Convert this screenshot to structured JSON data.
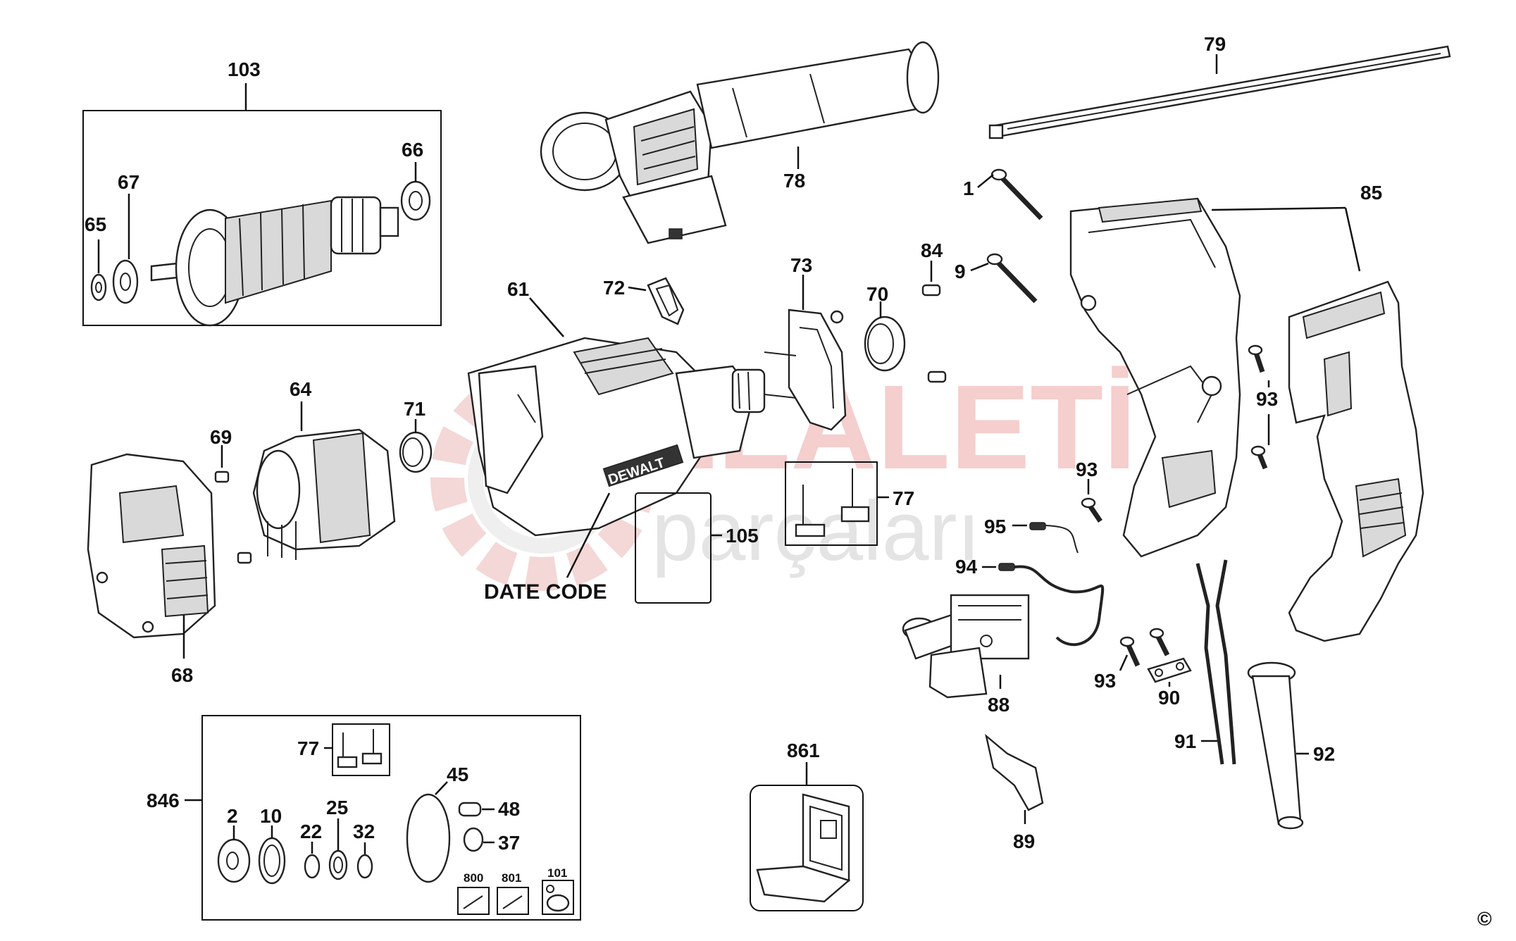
{
  "watermark": {
    "title": "ELALETİ",
    "subtitle": "parçaları"
  },
  "brand": "DEWALT",
  "date_code_label": "DATE CODE",
  "copyright_symbol": "©",
  "labels": {
    "p1": "1",
    "p2": "2",
    "p9": "9",
    "p10": "10",
    "p22": "22",
    "p25": "25",
    "p32": "32",
    "p37": "37",
    "p45": "45",
    "p48": "48",
    "p61": "61",
    "p64": "64",
    "p65": "65",
    "p66": "66",
    "p67": "67",
    "p68": "68",
    "p69": "69",
    "p70": "70",
    "p71": "71",
    "p72": "72",
    "p73": "73",
    "p77a": "77",
    "p77b": "77",
    "p78": "78",
    "p79": "79",
    "p84": "84",
    "p85": "85",
    "p88": "88",
    "p89": "89",
    "p90": "90",
    "p91": "91",
    "p92": "92",
    "p93a": "93",
    "p93b": "93",
    "p93c": "93",
    "p94": "94",
    "p95": "95",
    "p101": "101",
    "p103": "103",
    "p105": "105",
    "p800": "800",
    "p801": "801",
    "p846": "846",
    "p861": "861"
  }
}
